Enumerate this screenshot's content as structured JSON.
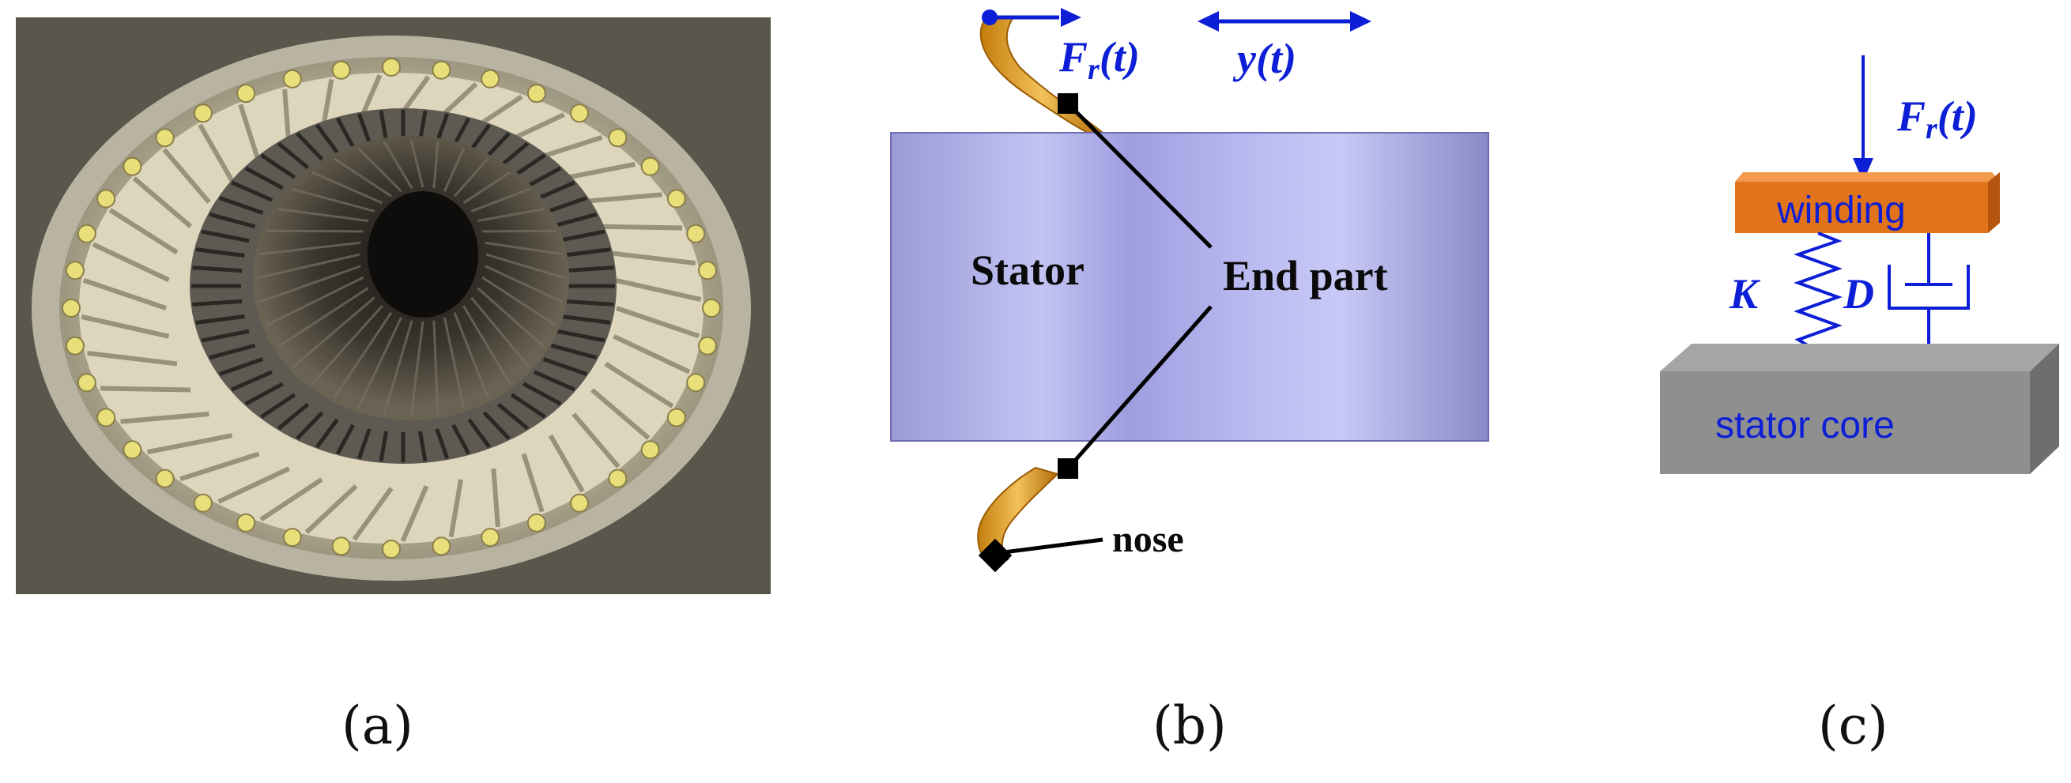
{
  "panels": {
    "a": {
      "caption": "(a)"
    },
    "b": {
      "caption": "(b)",
      "labels": {
        "force": "F",
        "force_sub": "r",
        "force_arg": "(t)",
        "displacement": "y(t)",
        "stator": "Stator",
        "end_part": "End part",
        "nose": "nose"
      }
    },
    "c": {
      "caption": "(c)",
      "labels": {
        "force": "F",
        "force_sub": "r",
        "force_arg": "(t)",
        "winding": "winding",
        "stiffness": "K",
        "damping": "D",
        "stator_core": "stator core"
      }
    }
  },
  "colors": {
    "stator_body": "#a9a9e6",
    "winding_end": "#e6a21e",
    "winding_block": "#e1731b",
    "core_block": "#8f8f8f",
    "label_blue": "#0d1fd6",
    "photo_dark": "#2c2a27",
    "photo_light": "#d8d0b4"
  }
}
